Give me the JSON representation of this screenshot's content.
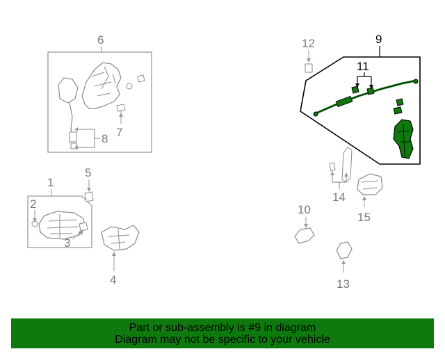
{
  "callouts": {
    "c1": "1",
    "c2": "2",
    "c3": "3",
    "c4": "4",
    "c5": "5",
    "c6": "6",
    "c7": "7",
    "c8": "8",
    "c9": "9",
    "c10": "10",
    "c11": "11",
    "c12": "12",
    "c13": "13",
    "c14": "14",
    "c15": "15"
  },
  "colors": {
    "highlight_part": "#0e7a0d",
    "banner_background": "#0e7a0d",
    "part_outline": "#9a9a9a",
    "callout_grey": "#7a7a7a"
  },
  "banner": {
    "line1": "Part or sub-assembly is #9 in diagram",
    "line2": "Diagram may not be specific to your vehicle"
  }
}
